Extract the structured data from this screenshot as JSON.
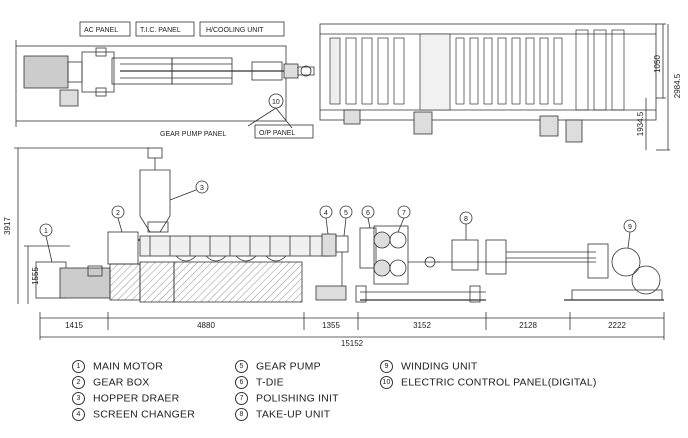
{
  "top_labels": {
    "ac_panel": "AC PANEL",
    "tic_panel": "T.I.C. PANEL",
    "h_cooling": "H/COOLING UNIT",
    "gear_pump_panel": "GEAR PUMP PANEL",
    "op_panel": "O/P PANEL",
    "callout_10": "10"
  },
  "top_dimensions": {
    "d1050": "1050",
    "d1934": "1934.5",
    "d2984": "2984.5"
  },
  "side_dimensions": {
    "d3917": "3917",
    "d1555": "1555"
  },
  "bottom_dimensions": {
    "d1415": "1415",
    "d4880": "4880",
    "d1355": "1355",
    "d3152": "3152",
    "d2128": "2128",
    "d2222": "2222",
    "total": "15152"
  },
  "callouts": [
    "1",
    "2",
    "3",
    "4",
    "5",
    "6",
    "7",
    "8",
    "9"
  ],
  "legend": [
    {
      "num": "1",
      "text": "MAIN MOTOR"
    },
    {
      "num": "2",
      "text": "GEAR BOX"
    },
    {
      "num": "3",
      "text": "HOPPER DRAER"
    },
    {
      "num": "4",
      "text": "SCREEN  CHANGER"
    },
    {
      "num": "5",
      "text": "GEAR PUMP"
    },
    {
      "num": "6",
      "text": "T-DIE"
    },
    {
      "num": "7",
      "text": "POLISHING INIT"
    },
    {
      "num": "8",
      "text": "TAKE-UP UNIT"
    },
    {
      "num": "9",
      "text": "WINDING UNIT"
    },
    {
      "num": "10",
      "text": "ELECTRIC CONTROL PANEL(DIGITAL)"
    }
  ]
}
